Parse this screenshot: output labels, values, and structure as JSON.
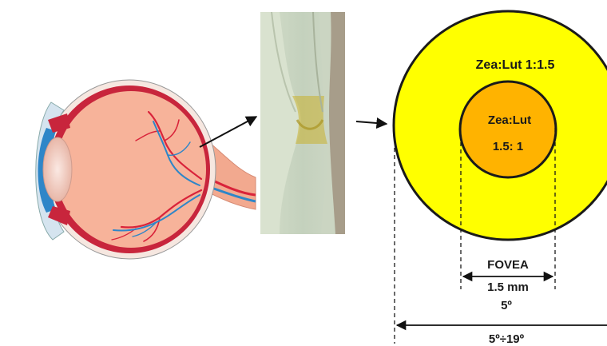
{
  "labels": {
    "outer_ratio": "Zea:Lut 1:1.5",
    "inner_ratio_line1": "Zea:Lut",
    "inner_ratio_line2": "1.5: 1",
    "fovea": "FOVEA",
    "fovea_size": "1.5 mm",
    "fovea_angle": "5º",
    "macula_angle": "5º÷19º"
  },
  "colors": {
    "outer_zone": "#FFFF00",
    "inner_zone": "#FFB300",
    "eye_body": "#F7B39A",
    "eye_rim": "#C8253C",
    "vessel_red": "#D9233A",
    "vessel_blue": "#2E86C8",
    "micrograph_bg": "#C9D8C4",
    "macular_pigment": "#C9B02E"
  },
  "icons": [
    "eye-anatomy-illustration",
    "retina-micrograph",
    "arrow-icon"
  ]
}
